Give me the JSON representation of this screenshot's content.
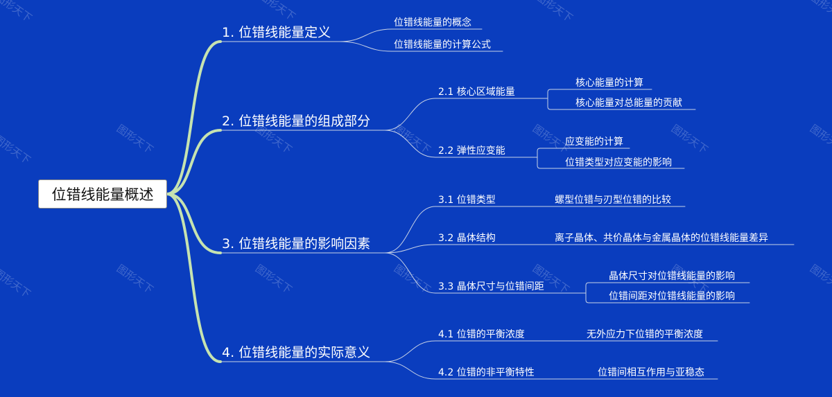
{
  "root": "位错线能量概述",
  "branches": [
    {
      "label": "1. 位错线能量定义",
      "children": [
        {
          "label": "位错线能量的概念"
        },
        {
          "label": "位错线能量的计算公式"
        }
      ]
    },
    {
      "label": "2. 位错线能量的组成部分",
      "children": [
        {
          "label": "2.1 核心区域能量",
          "children": [
            "核心能量的计算",
            "核心能量对总能量的贡献"
          ]
        },
        {
          "label": "2.2 弹性应变能",
          "children": [
            "应变能的计算",
            "位错类型对应变能的影响"
          ]
        }
      ]
    },
    {
      "label": "3. 位错线能量的影响因素",
      "children": [
        {
          "label": "3.1 位错类型",
          "children": [
            "螺型位错与刃型位错的比较"
          ]
        },
        {
          "label": "3.2 晶体结构",
          "children": [
            "离子晶体、共价晶体与金属晶体的位错线能量差异"
          ]
        },
        {
          "label": "3.3 晶体尺寸与位错间距",
          "children": [
            "晶体尺寸对位错线能量的影响",
            "位错间距对位错线能量的影响"
          ]
        }
      ]
    },
    {
      "label": "4. 位错线能量的实际意义",
      "children": [
        {
          "label": "4.1 位错的平衡浓度",
          "children": [
            "无外应力下位错的平衡浓度"
          ]
        },
        {
          "label": "4.2 位错的非平衡特性",
          "children": [
            "位错间相互作用与亚稳态"
          ]
        }
      ]
    }
  ],
  "watermark": "图形天下",
  "colors": {
    "background": "#0a3dbe",
    "main_branch": "#c6e3b0",
    "thin_line": "#c8d2e6",
    "text": "#ffffff"
  }
}
